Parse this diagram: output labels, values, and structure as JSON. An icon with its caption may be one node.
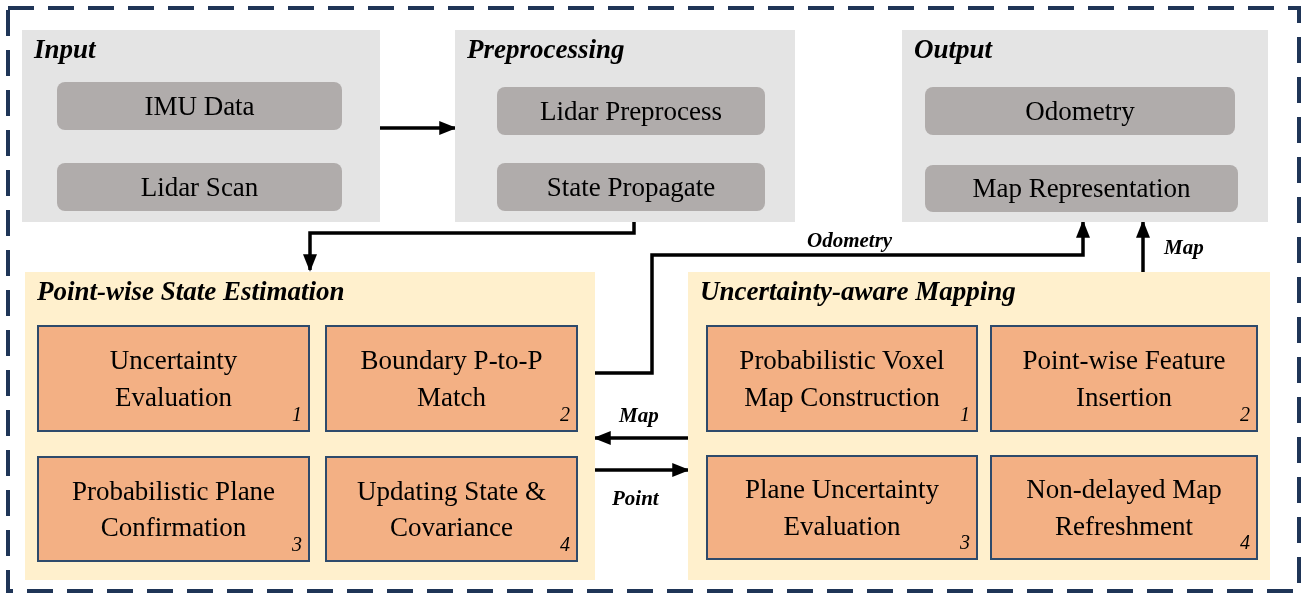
{
  "diagram": {
    "nodes": [
      {
        "text": [
          "Input"
        ]
      },
      {
        "text": [
          "IMU Data"
        ],
        "in": 0
      },
      {
        "text": [
          "Lidar Scan"
        ],
        "in": 0
      },
      {
        "text": [
          "Preprocessing"
        ]
      },
      {
        "text": [
          "Lidar Preprocess"
        ],
        "in": 3
      },
      {
        "text": [
          "State Propagate"
        ],
        "in": 3
      },
      {
        "text": [
          "Output"
        ]
      },
      {
        "text": [
          "Odometry"
        ],
        "in": 6
      },
      {
        "text": [
          "Map Representation"
        ],
        "in": 6
      },
      {
        "text": [
          "Point-wise State Estimation"
        ]
      },
      {
        "text": [
          "Uncertainty Evaluation",
          "1"
        ],
        "in": 9
      },
      {
        "text": [
          "Boundary P-to-P Match",
          "2"
        ],
        "in": 9
      },
      {
        "text": [
          "Probabilistic Plane Confirmation",
          "3"
        ],
        "in": 9
      },
      {
        "text": [
          "Updating State & Covariance",
          "4"
        ],
        "in": 9
      },
      {
        "text": [
          "Uncertainty-aware Mapping"
        ]
      },
      {
        "text": [
          "Probabilistic Voxel Map Construction",
          "1"
        ],
        "in": 14
      },
      {
        "text": [
          "Point-wise Feature Insertion",
          "2"
        ],
        "in": 14
      },
      {
        "text": [
          "Plane Uncertainty Evaluation",
          "3"
        ],
        "in": 14
      },
      {
        "text": [
          "Non-delayed Map Refreshment",
          "4"
        ],
        "in": 14
      }
    ],
    "edges": [
      {
        "from": 0,
        "to": 3,
        "arrow": "to"
      },
      {
        "from": 3,
        "to": 9,
        "arrow": "to"
      },
      {
        "from": 9,
        "to": 6,
        "arrow": "to",
        "label": "Odometry"
      },
      {
        "from": 14,
        "to": 6,
        "arrow": "to",
        "label": "Map"
      },
      {
        "from": 14,
        "to": 9,
        "arrow": "to",
        "label": "Map"
      },
      {
        "from": 9,
        "to": 14,
        "arrow": "to",
        "label": "Point"
      }
    ]
  }
}
